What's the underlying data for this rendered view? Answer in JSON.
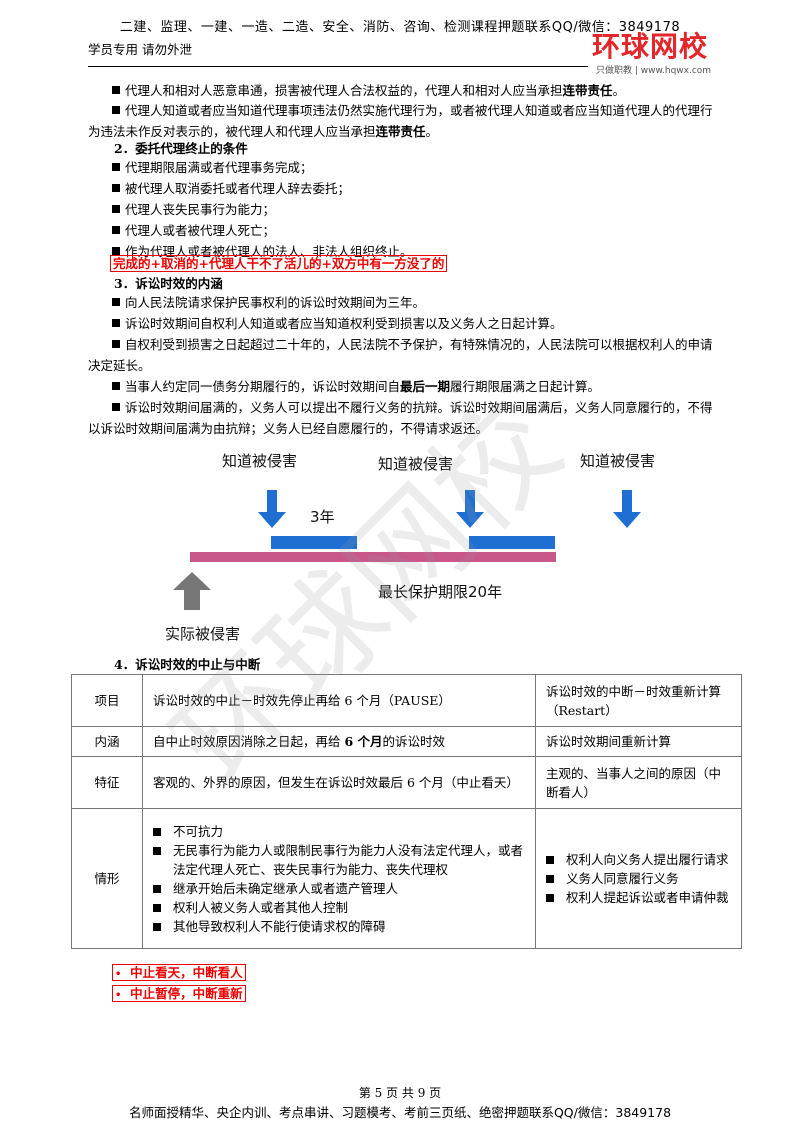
{
  "header": {
    "top_line": "二建、监理、一建、一造、二造、安全、消防、咨询、检测课程押题联系QQ/微信：3849178",
    "left_note": "学员专用 请勿外泄",
    "logo_main": "环球网校",
    "logo_sub": "只做职教 | www.hqwx.com"
  },
  "section1": {
    "bullets": [
      {
        "pre": "代理人和相对人恶意串通，损害被代理人合法权益的，代理人和相对人应当承担",
        "bold": "连带责任",
        "post": "。"
      },
      {
        "pre": "代理人知道或者应当知道代理事项违法仍然实施代理行为，或者被代理人知道或者应当知道代理人的代理行为违法未作反对表示的，被代理人和代理人应当承担",
        "bold": "连带责任",
        "post": "。"
      }
    ]
  },
  "section2": {
    "heading": "2．委托代理终止的条件",
    "bullets": [
      "代理期限届满或者代理事务完成；",
      "被代理人取消委托或者代理人辞去委托；",
      "代理人丧失民事行为能力；",
      "代理人或者被代理人死亡；",
      "作为代理人或者被代理人的法人、非法人组织终止。"
    ],
    "mnemonic": "完成的+取消的+代理人干不了活儿的+双方中有一方没了的"
  },
  "section3": {
    "heading": "3．诉讼时效的内涵",
    "bullets": [
      {
        "pre": "向人民法院请求保护民事权利的诉讼时效期间为三年。",
        "bold": "",
        "post": ""
      },
      {
        "pre": "诉讼时效期间自权利人知道或者应当知道权利受到损害以及义务人之日起计算。",
        "bold": "",
        "post": ""
      },
      {
        "pre": "自权利受到损害之日起超过二十年的，人民法院不予保护，有特殊情况的，人民法院可以根据权利人的申请决定延长。",
        "bold": "",
        "post": ""
      },
      {
        "pre": "当事人约定同一债务分期履行的，诉讼时效期间自",
        "bold": "最后一期",
        "post": "履行期限届满之日起计算。"
      },
      {
        "pre": "诉讼时效期间届满的，义务人可以提出不履行义务的抗辩。诉讼时效期间届满后，义务人同意履行的，不得以诉讼时效期间届满为由抗辩；义务人已经自愿履行的，不得请求返还。",
        "bold": "",
        "post": ""
      }
    ]
  },
  "diagram": {
    "label1": "知道被侵害",
    "label2": "知道被侵害",
    "label3": "知道被侵害",
    "period": "3年",
    "max_limit": "最长保护期限20年",
    "actual": "实际被侵害"
  },
  "section4": {
    "heading": "4．诉讼时效的中止与中断",
    "table": {
      "row1": {
        "c1": "项目",
        "c2": "诉讼时效的中止－时效先停止再给 6 个月（PAUSE）",
        "c3": "诉讼时效的中断－时效重新计算（Restart）"
      },
      "row2": {
        "c1": "内涵",
        "c2_pre": "自中止时效原因消除之日起，再给 ",
        "c2_bold": "6 个月",
        "c2_post": "的诉讼时效",
        "c3": "诉讼时效期间重新计算"
      },
      "row3": {
        "c1": "特征",
        "c2": "客观的、外界的原因，但发生在诉讼时效最后 6 个月（中止看天）",
        "c3": "主观的、当事人之间的原因（中断看人）"
      },
      "row4": {
        "c1": "情形",
        "c2_items": [
          "不可抗力",
          "无民事行为能力人或限制民事行为能力人没有法定代理人，或者法定代理人死亡、丧失民事行为能力、丧失代理权",
          "继承开始后未确定继承人或者遗产管理人",
          "权利人被义务人或者其他人控制",
          "其他导致权利人不能行使请求权的障碍"
        ],
        "c3_items": [
          "权利人向义务人提出履行请求",
          "义务人同意履行义务",
          "权利人提起诉讼或者申请仲裁"
        ]
      }
    },
    "notes": [
      "中止看天，中断看人",
      "中止暂停，中断重新"
    ]
  },
  "footer": {
    "page": "第 5 页 共 9 页",
    "line": "名师面授精华、央企内训、考点串讲、习题模考、考前三页纸、绝密押题联系QQ/微信：3849178"
  },
  "colors": {
    "red": "#e00000",
    "blue": "#1f6fd3",
    "pink": "#c8588a",
    "gray": "#777777"
  }
}
